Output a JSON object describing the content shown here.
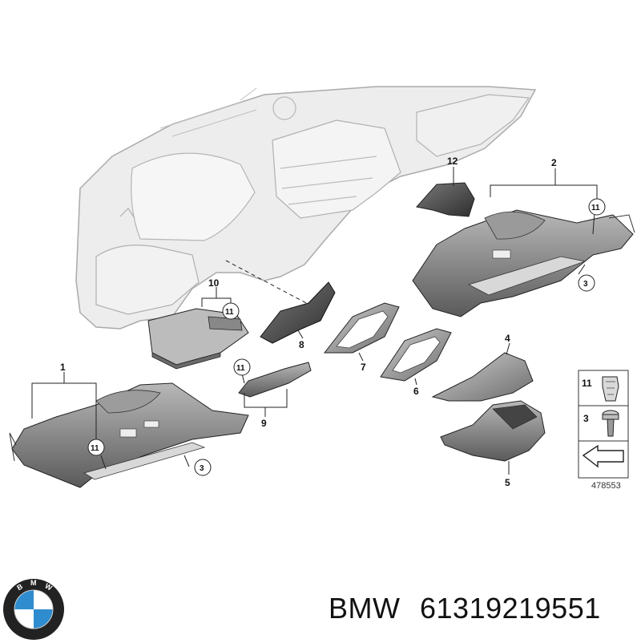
{
  "callouts": [
    "1",
    "2",
    "3",
    "4",
    "5",
    "6",
    "7",
    "8",
    "9",
    "10",
    "11",
    "12"
  ],
  "legend": {
    "clip_label": "11",
    "screw_label": "3",
    "drawing_number": "478553"
  },
  "caption": {
    "brand": "BMW",
    "part_number": "61319219551"
  },
  "logo": {
    "text": "BMW",
    "colors": {
      "blue": "#2f8ccf",
      "ring": "#222222",
      "white": "#ffffff"
    }
  },
  "colors": {
    "line": "#222222",
    "dashboard_fill": "#ececec",
    "dashboard_stroke": "#a9a9a9",
    "part_dark": "#5c5c5c",
    "part_mid": "#8d8d8d",
    "part_light": "#c4c4c4"
  }
}
